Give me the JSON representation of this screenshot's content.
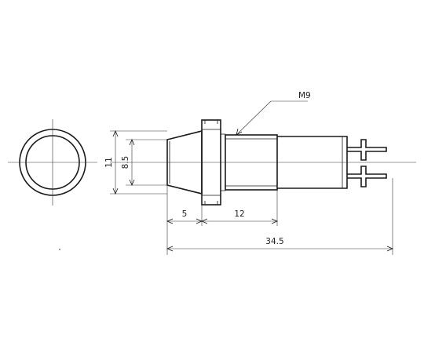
{
  "drawing": {
    "labels": {
      "thread": "M9",
      "outer_diameter": "11",
      "inner_diameter": "8.5",
      "head_length": "5",
      "thread_length": "12",
      "overall_length": "34.5"
    }
  }
}
